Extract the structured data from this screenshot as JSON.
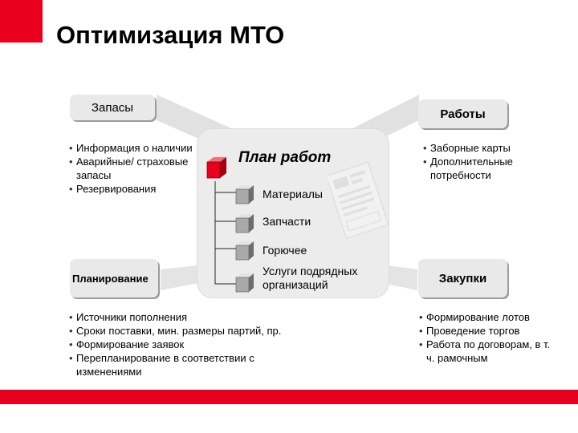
{
  "title": "Оптимизация МТО",
  "boxes": {
    "zapasy": "Запасы",
    "raboty": "Работы",
    "planirovanie": "Планирование",
    "zakupki": "Закупки"
  },
  "zapasy_bullets": [
    "Информация о наличии",
    "Аварийные/ страховые запасы",
    "Резервирования"
  ],
  "raboty_bullets": [
    "Заборные карты",
    "Дополнительные потребности"
  ],
  "planirovanie_bullets": [
    "Источники пополнения",
    "Сроки поставки, мин. размеры партий, пр.",
    "Формирование заявок",
    "Перепланирование в соответствии с изменениями"
  ],
  "zakupki_bullets": [
    "Формирование лотов",
    "Проведение торгов",
    "Работа по договорам, в т. ч. рамочным"
  ],
  "plan": {
    "title": "План работ",
    "items": [
      "Материалы",
      "Запчасти",
      "Горючее",
      "Услуги подрядных организаций"
    ]
  },
  "colors": {
    "accent": "#e8001c",
    "box": "#e9e9e9",
    "panel": "#ececec"
  }
}
